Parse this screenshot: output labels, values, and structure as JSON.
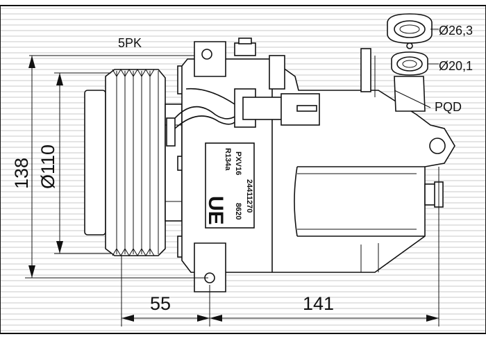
{
  "labels": {
    "pulley": "5PK",
    "height": "138",
    "pulley_diameter": "Ø110",
    "port_large": "Ø26,3",
    "port_small": "Ø20,1",
    "port_type": "PQD",
    "dim_front": "55",
    "dim_body": "141"
  },
  "nameplate": {
    "model": "PXV16",
    "part_number": "24411270",
    "refrigerant": "R134a",
    "code": "8620",
    "brand": "UE"
  }
}
